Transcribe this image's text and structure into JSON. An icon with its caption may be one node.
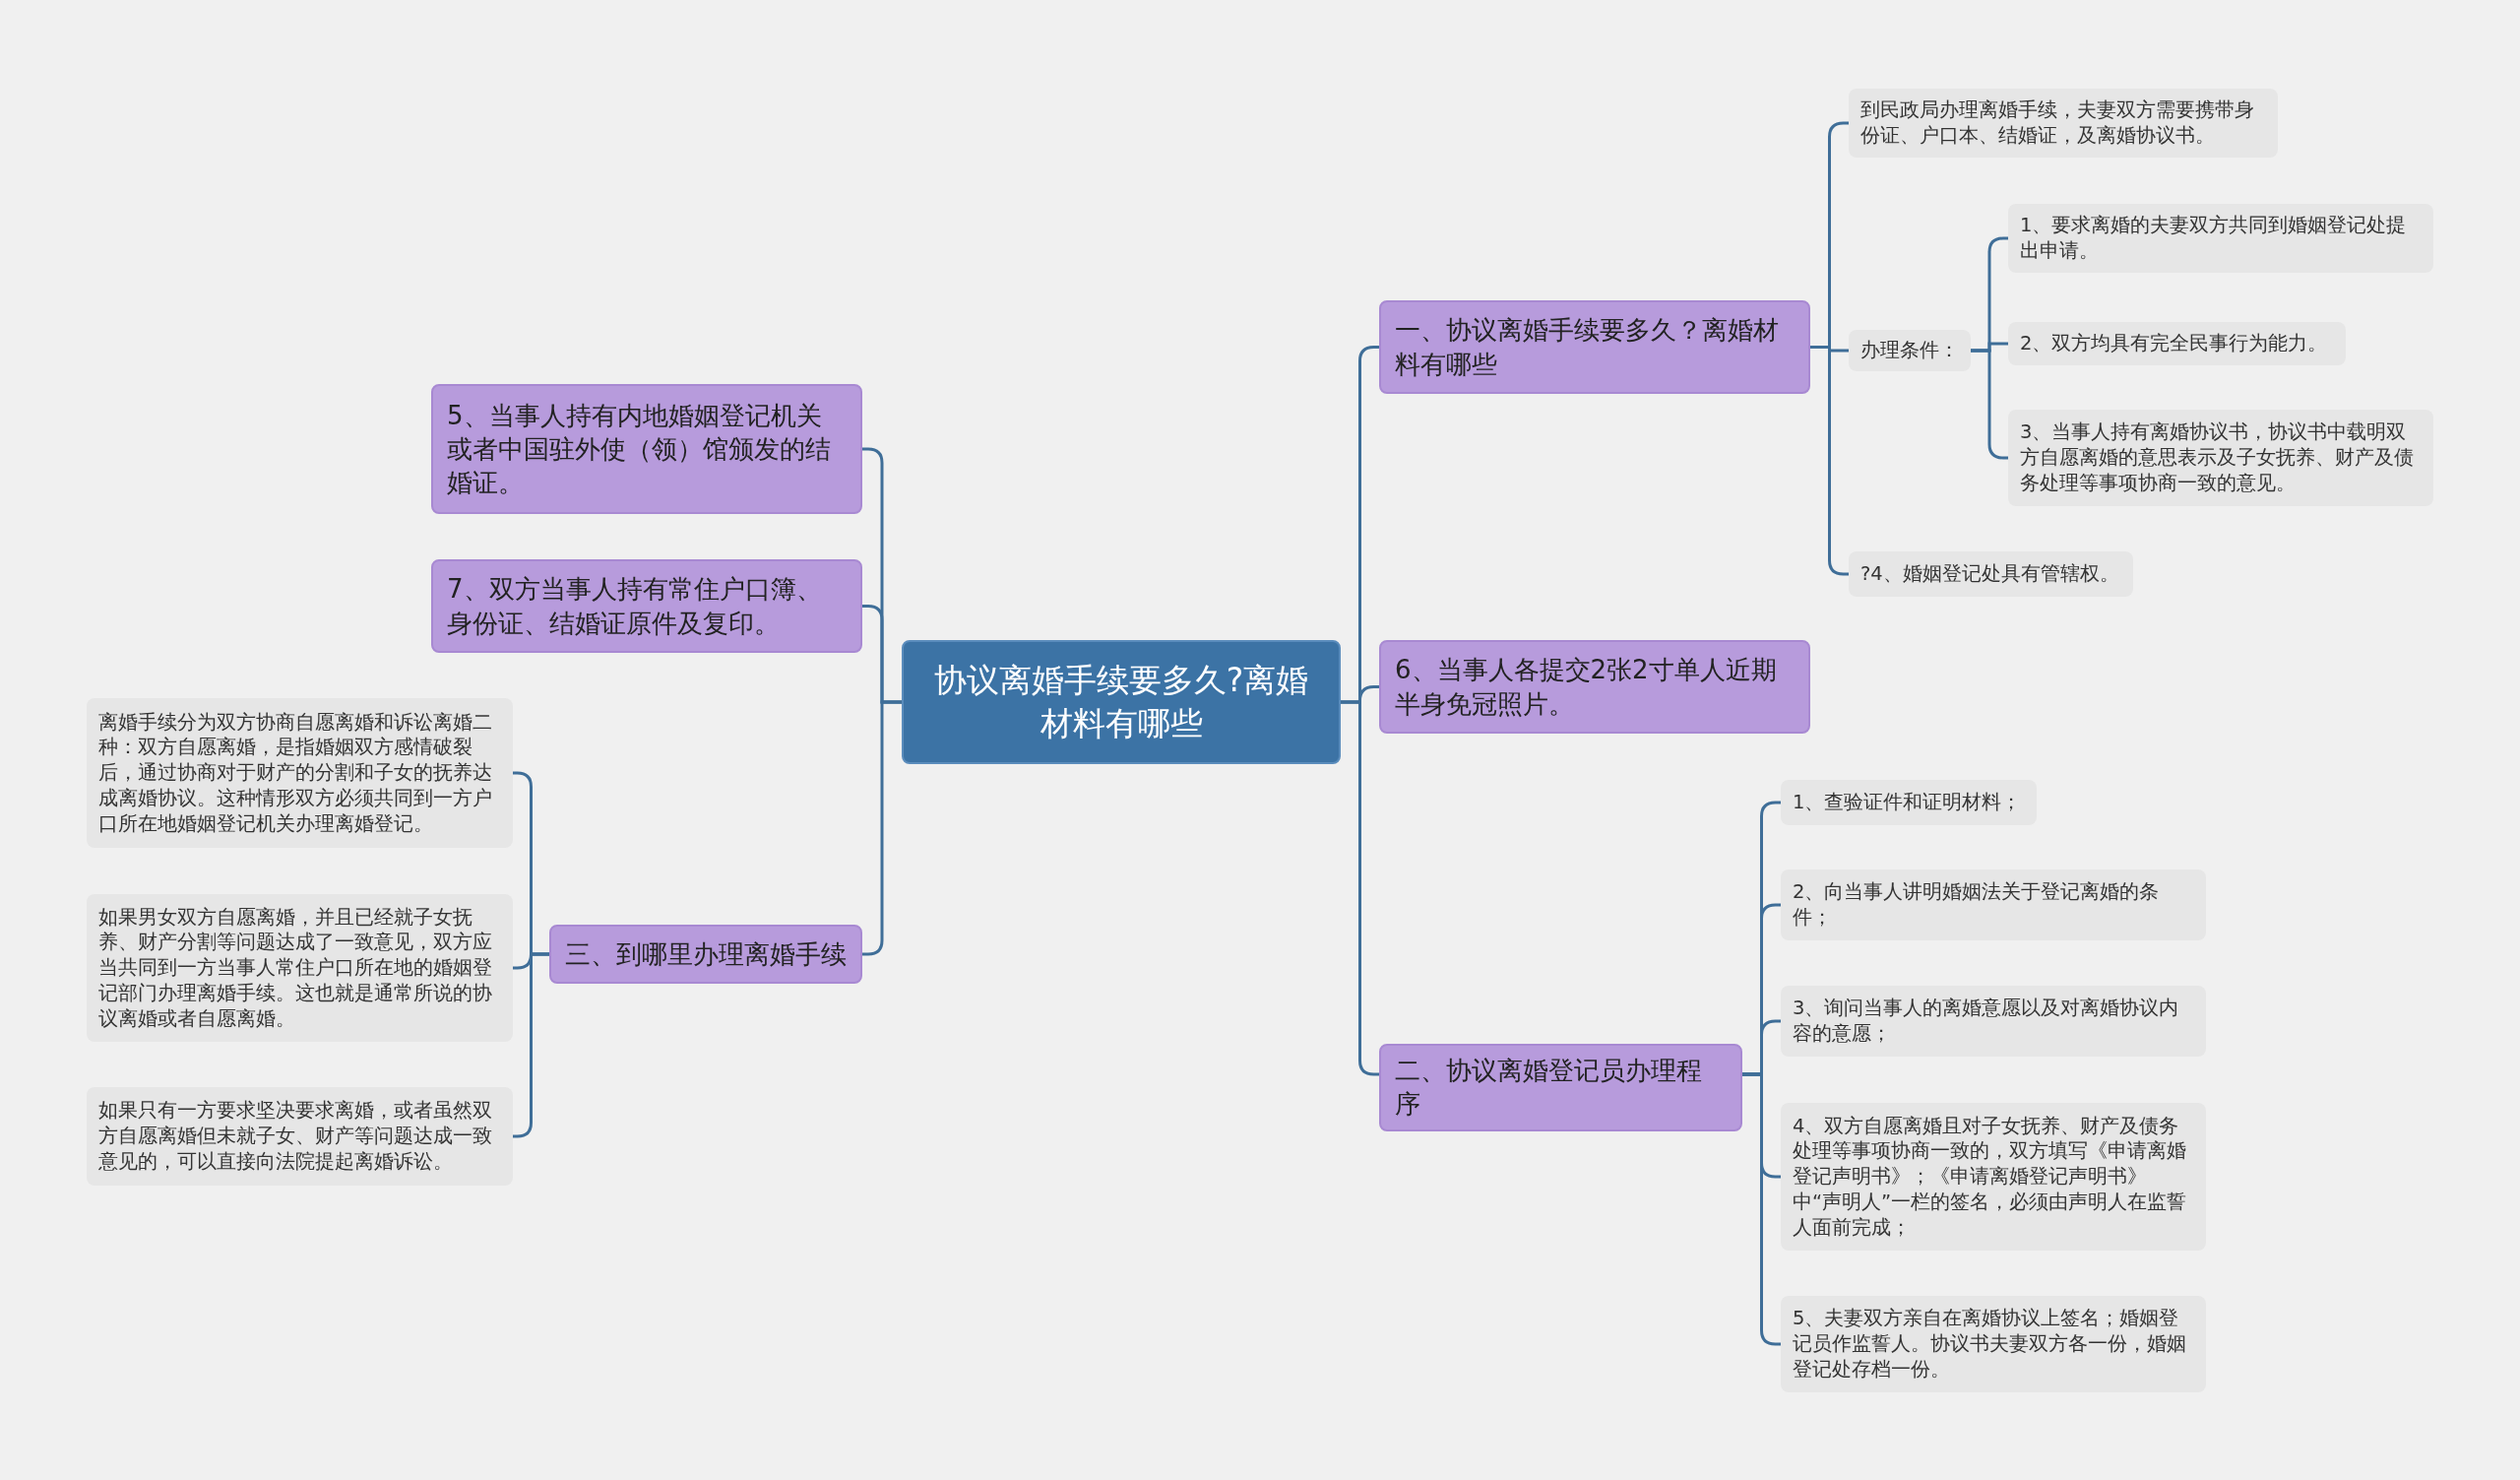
{
  "diagram": {
    "nodes": [
      {
        "text": [
          "协议离婚手续要多久?离婚材料有哪些"
        ]
      },
      {
        "text": [
          "一、协议离婚手续要多久？离婚材料有哪些"
        ]
      },
      {
        "text": [
          "到民政局办理离婚手续，夫妻双方需要携带身份证、户口本、结婚证，及离婚协议书。"
        ]
      },
      {
        "text": [
          "办理条件："
        ]
      },
      {
        "text": [
          "1、要求离婚的夫妻双方共同到婚姻登记处提出申请。"
        ]
      },
      {
        "text": [
          "2、双方均具有完全民事行为能力。"
        ]
      },
      {
        "text": [
          "3、当事人持有离婚协议书，协议书中载明双方自愿离婚的意思表示及子女抚养、财产及债务处理等事项协商一致的意见。"
        ]
      },
      {
        "text": [
          "?4、婚姻登记处具有管辖权。"
        ]
      },
      {
        "text": [
          "6、当事人各提交2张2寸单人近期半身免冠照片。"
        ]
      },
      {
        "text": [
          "二、协议离婚登记员办理程序"
        ]
      },
      {
        "text": [
          "1、查验证件和证明材料；"
        ]
      },
      {
        "text": [
          "2、向当事人讲明婚姻法关于登记离婚的条件；"
        ]
      },
      {
        "text": [
          "3、询问当事人的离婚意愿以及对离婚协议内容的意愿；"
        ]
      },
      {
        "text": [
          "4、双方自愿离婚且对子女抚养、财产及债务处理等事项协商一致的，双方填写《申请离婚登记声明书》；《申请离婚登记声明书》中“声明人”一栏的签名，必须由声明人在监誓人面前完成；"
        ]
      },
      {
        "text": [
          "5、夫妻双方亲自在离婚协议上签名；婚姻登记员作监誓人。协议书夫妻双方各一份，婚姻登记处存档一份。"
        ]
      },
      {
        "text": [
          "5、当事人持有内地婚姻登记机关或者中国驻外使（领）馆颁发的结婚证。"
        ]
      },
      {
        "text": [
          "7、双方当事人持有常住户口簿、身份证、结婚证原件及复印。"
        ]
      },
      {
        "text": [
          "三、到哪里办理离婚手续"
        ]
      },
      {
        "text": [
          "离婚手续分为双方协商自愿离婚和诉讼离婚二种：双方自愿离婚，是指婚姻双方感情破裂后，通过协商对于财产的分割和子女的抚养达成离婚协议。这种情形双方必须共同到一方户口所在地婚姻登记机关办理离婚登记。"
        ]
      },
      {
        "text": [
          "如果男女双方自愿离婚，并且已经就子女抚养、财产分割等问题达成了一致意见，双方应当共同到一方当事人常住户口所在地的婚姻登记部门办理离婚手续。这也就是通常所说的协议离婚或者自愿离婚。"
        ]
      },
      {
        "text": [
          "如果只有一方要求坚决要求离婚，或者虽然双方自愿离婚但未就子女、财产等问题达成一致意见的，可以直接向法院提起离婚诉讼。"
        ]
      }
    ],
    "edges": [
      {
        "from": 0,
        "to": 1,
        "arrow": "none"
      },
      {
        "from": 1,
        "to": 2,
        "arrow": "none"
      },
      {
        "from": 1,
        "to": 3,
        "arrow": "none"
      },
      {
        "from": 3,
        "to": 4,
        "arrow": "none"
      },
      {
        "from": 3,
        "to": 5,
        "arrow": "none"
      },
      {
        "from": 3,
        "to": 6,
        "arrow": "none"
      },
      {
        "from": 1,
        "to": 7,
        "arrow": "none"
      },
      {
        "from": 0,
        "to": 8,
        "arrow": "none"
      },
      {
        "from": 0,
        "to": 9,
        "arrow": "none"
      },
      {
        "from": 9,
        "to": 10,
        "arrow": "none"
      },
      {
        "from": 9,
        "to": 11,
        "arrow": "none"
      },
      {
        "from": 9,
        "to": 12,
        "arrow": "none"
      },
      {
        "from": 9,
        "to": 13,
        "arrow": "none"
      },
      {
        "from": 9,
        "to": 14,
        "arrow": "none"
      },
      {
        "from": 0,
        "to": 15,
        "arrow": "none"
      },
      {
        "from": 0,
        "to": 16,
        "arrow": "none"
      },
      {
        "from": 0,
        "to": 17,
        "arrow": "none"
      },
      {
        "from": 17,
        "to": 18,
        "arrow": "none"
      },
      {
        "from": 17,
        "to": 19,
        "arrow": "none"
      },
      {
        "from": 17,
        "to": 20,
        "arrow": "none"
      }
    ]
  }
}
